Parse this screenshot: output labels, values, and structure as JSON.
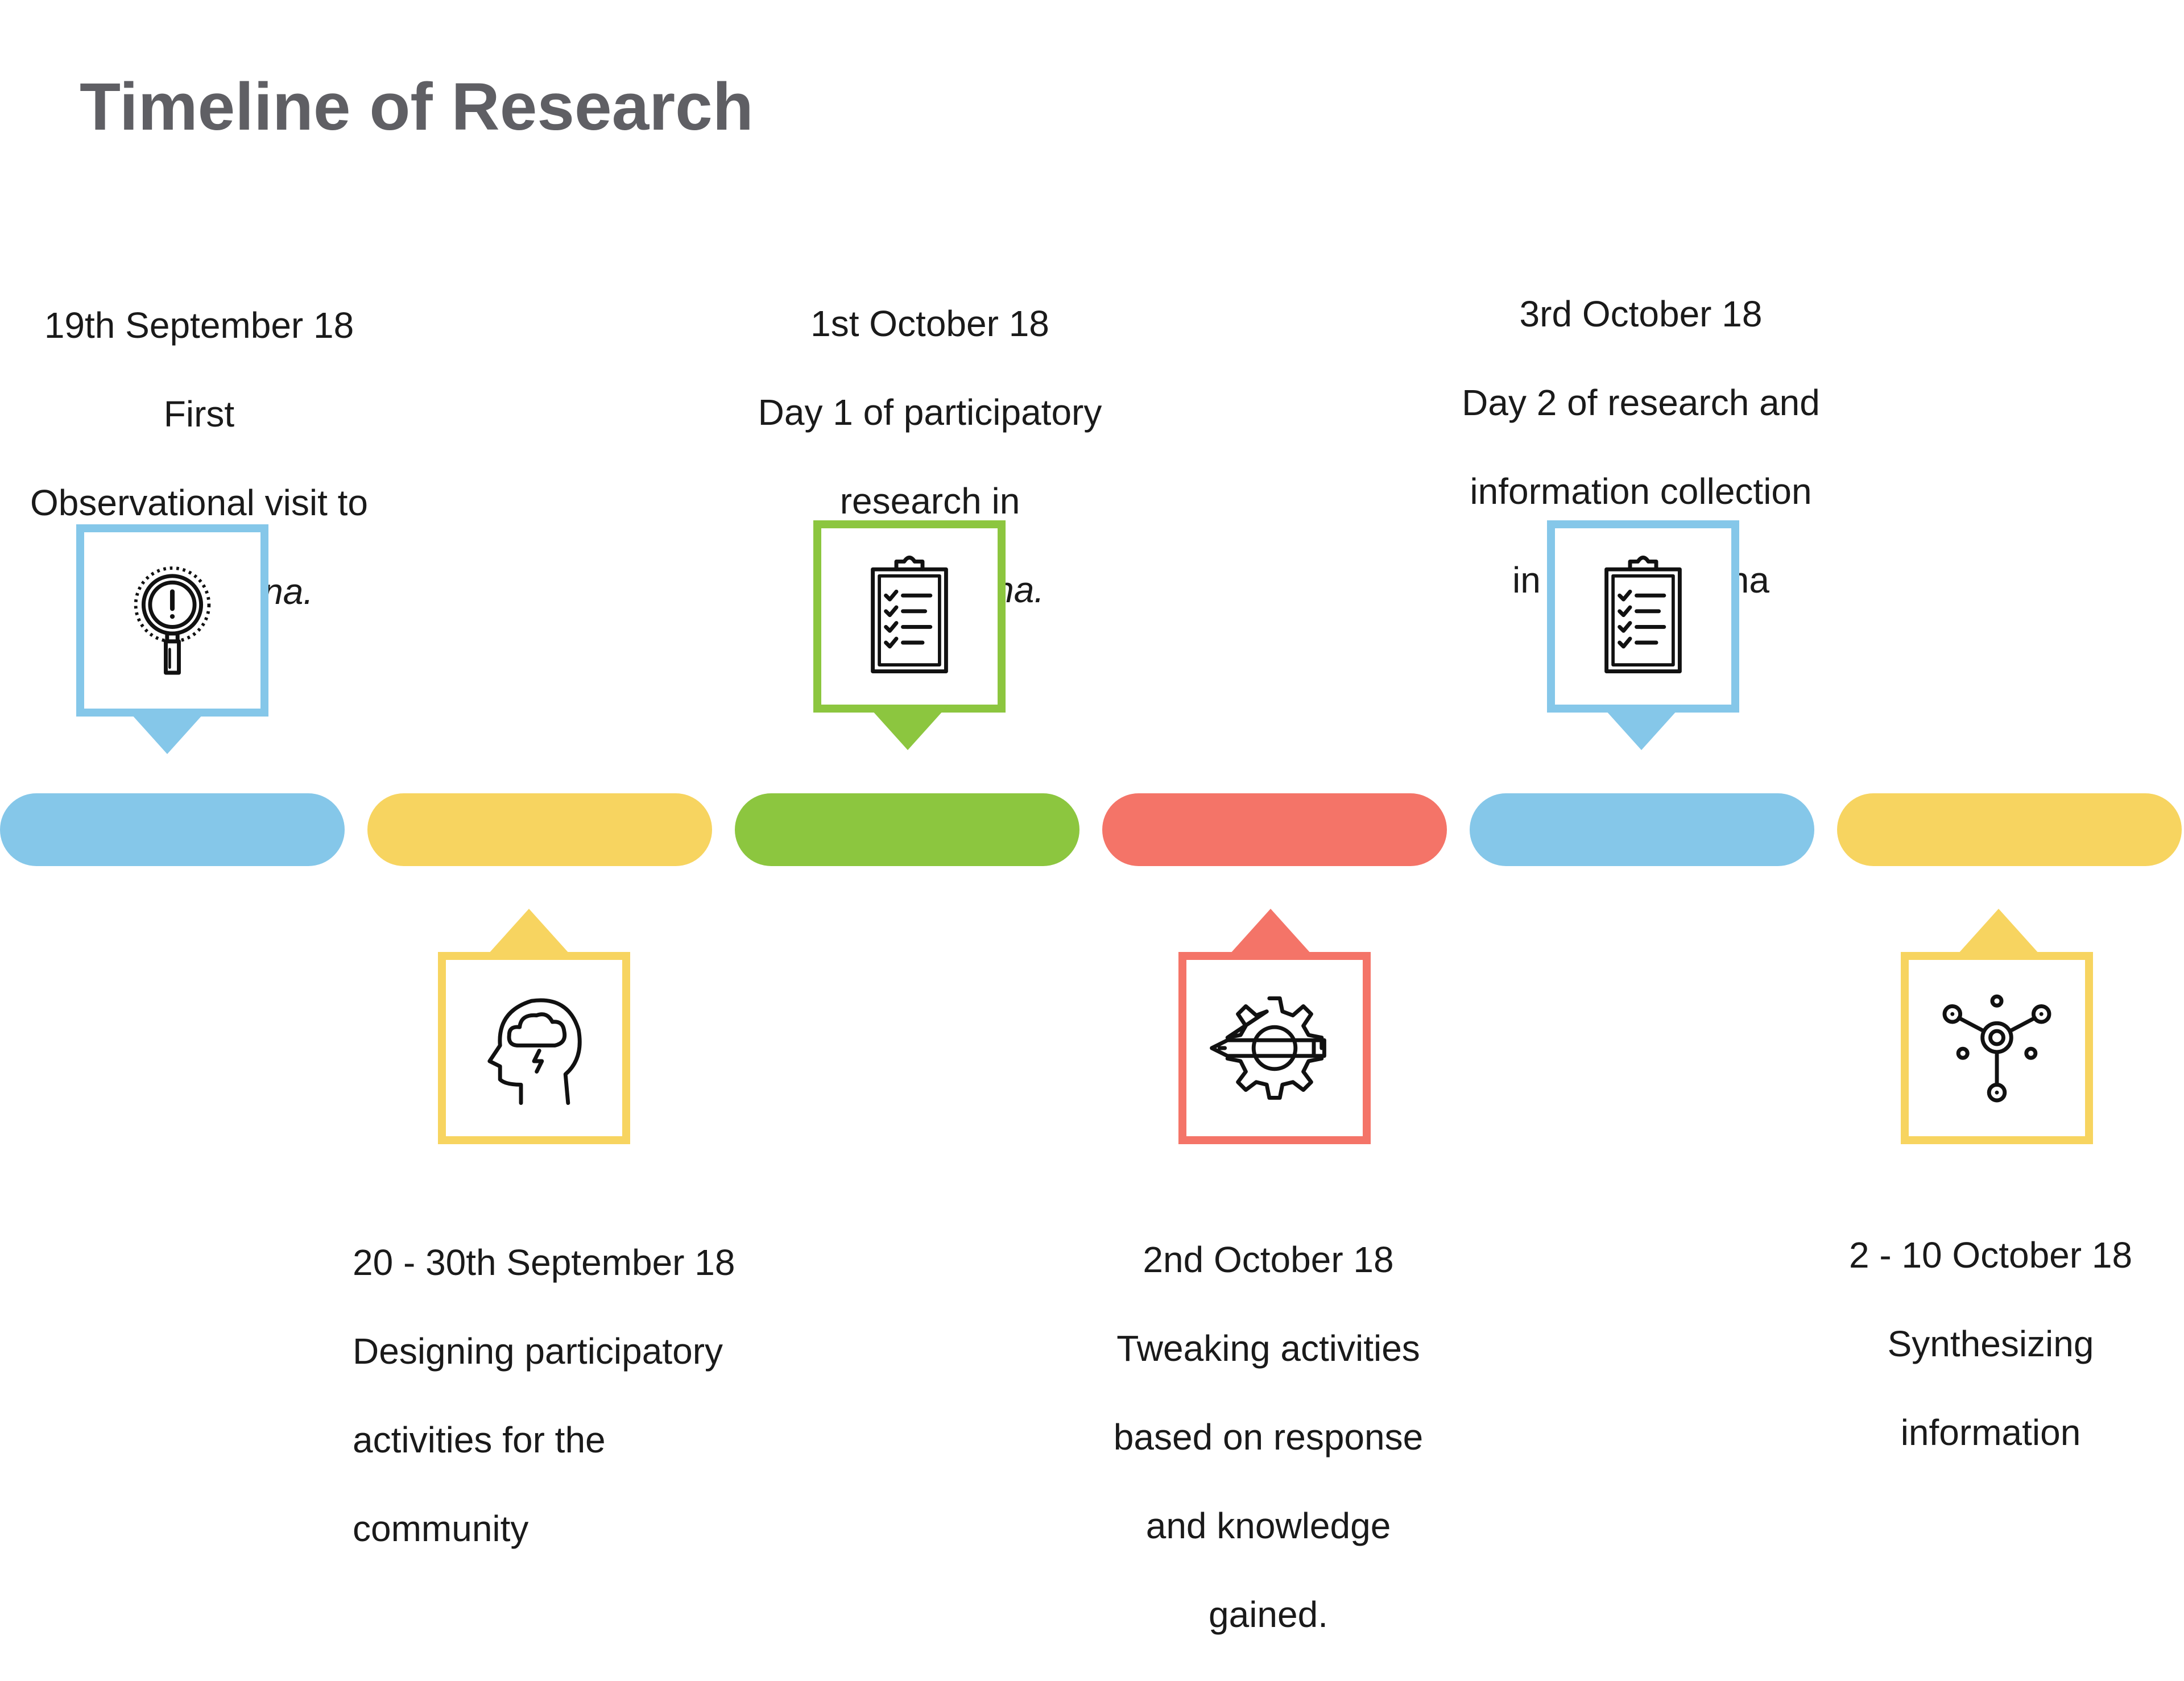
{
  "title": "Timeline of Research",
  "colors": {
    "blue": "#85c7e9",
    "yellow": "#f7d460",
    "green": "#8cc63f",
    "red": "#f47468",
    "title": "#5f5f64"
  },
  "bars": [
    {
      "color": "#85c7e9"
    },
    {
      "color": "#f7d460"
    },
    {
      "color": "#8cc63f"
    },
    {
      "color": "#f47468"
    },
    {
      "color": "#85c7e9"
    },
    {
      "color": "#f7d460"
    }
  ],
  "milestones": [
    {
      "position": "above",
      "color": "#85c7e9",
      "icon": "magnifier-alert-icon",
      "lines": [
        "19th  September 18",
        "First",
        "Observational visit to",
        "Channapatna."
      ]
    },
    {
      "position": "below",
      "color": "#f7d460",
      "icon": "head-brainstorm-icon",
      "lines": [
        "20  - 30th September 18",
        "Designing participatory",
        "activities for the",
        "community"
      ]
    },
    {
      "position": "above",
      "color": "#8cc63f",
      "icon": "clipboard-checklist-icon",
      "lines": [
        "1st October 18",
        "Day 1 of participatory",
        "research in",
        "Channapatna."
      ]
    },
    {
      "position": "below",
      "color": "#f47468",
      "icon": "gear-pencil-icon",
      "lines": [
        "2nd October 18",
        "Tweaking activities",
        "based on response",
        "and knowledge",
        "gained."
      ]
    },
    {
      "position": "above",
      "color": "#85c7e9",
      "icon": "clipboard-checklist-icon",
      "lines": [
        "3rd October 18",
        "Day 2 of research and",
        "information collection",
        "in Channapatna"
      ]
    },
    {
      "position": "below",
      "color": "#f7d460",
      "icon": "network-nodes-icon",
      "lines": [
        "2 - 10  October 18",
        "Synthesizing",
        "information"
      ]
    }
  ]
}
